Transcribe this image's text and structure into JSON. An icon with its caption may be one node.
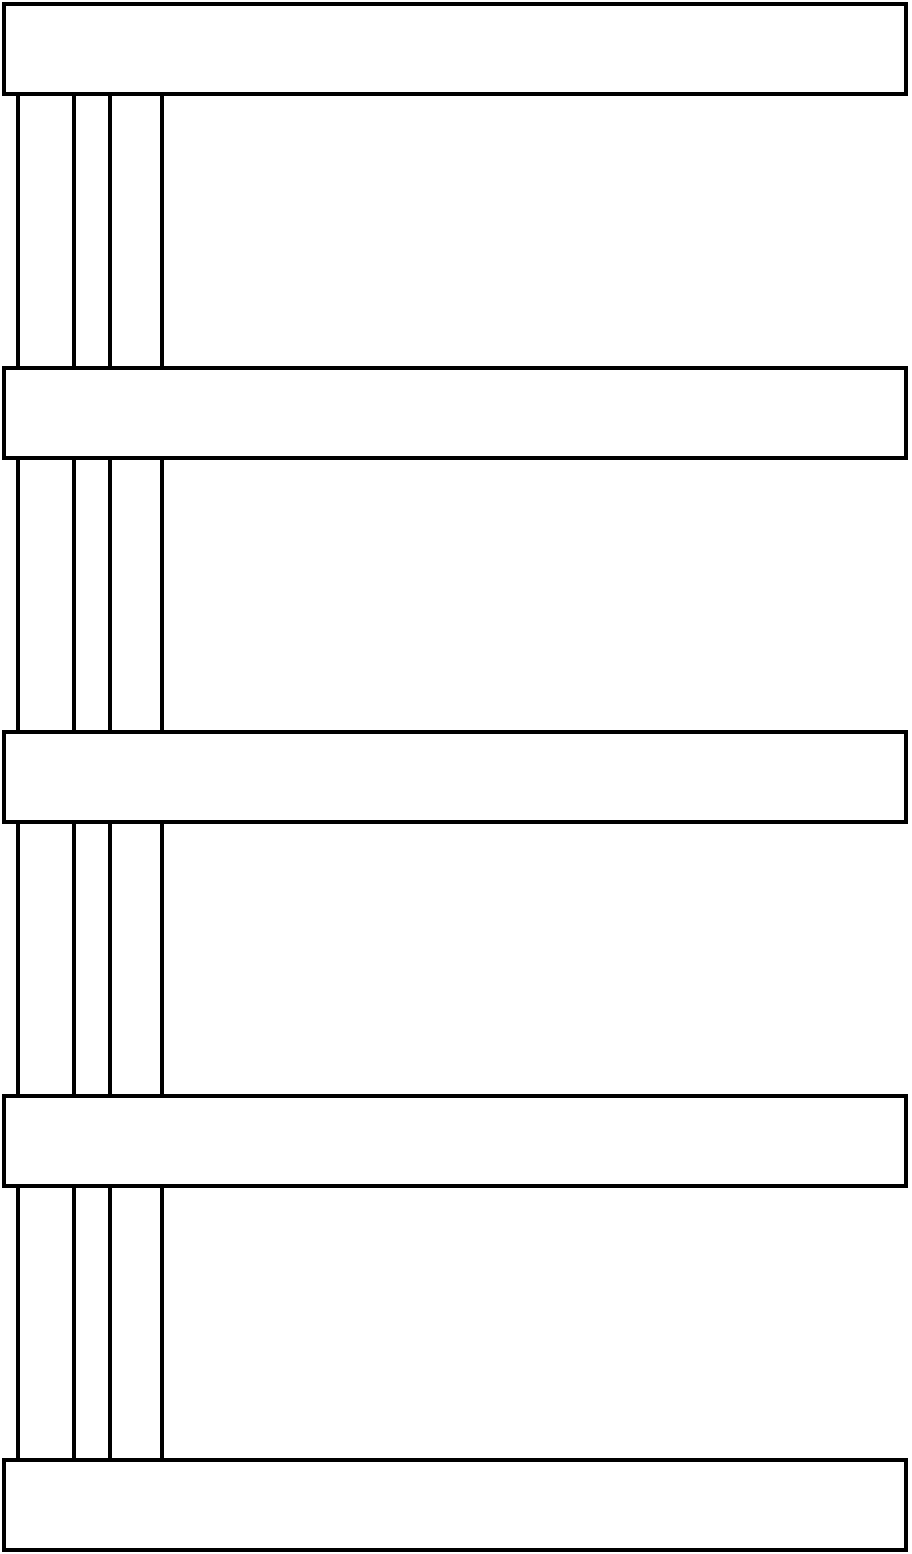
{
  "diagram": {
    "nodes": [
      {
        "text": [],
        "shape": "bar"
      },
      {
        "text": [],
        "shape": "bar"
      },
      {
        "text": [],
        "shape": "bar"
      },
      {
        "text": [],
        "shape": "bar"
      },
      {
        "text": [],
        "shape": "bar"
      },
      {
        "text": [],
        "shape": "bar"
      },
      {
        "text": [],
        "shape": "bar"
      },
      {
        "text": [],
        "shape": "bar"
      },
      {
        "text": [],
        "shape": "bar"
      },
      {
        "text": [],
        "shape": "bar"
      },
      {
        "text": [],
        "shape": "bar"
      },
      {
        "text": [],
        "shape": "bar"
      },
      {
        "text": [],
        "shape": "bar"
      },
      {
        "text": [],
        "shape": "bar"
      },
      {
        "text": [],
        "shape": "bar"
      },
      {
        "text": [],
        "shape": "bar"
      },
      {
        "text": [],
        "shape": "bar"
      }
    ]
  }
}
